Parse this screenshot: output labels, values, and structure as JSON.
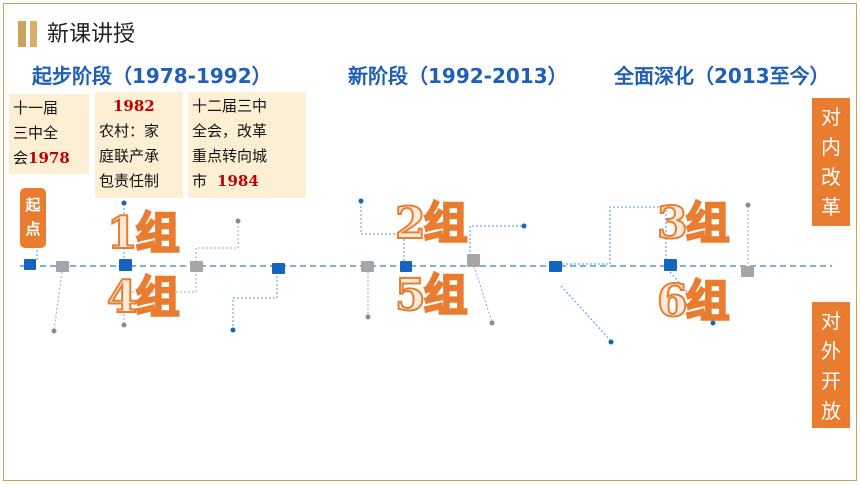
{
  "header": {
    "title": "新课讲授"
  },
  "stages": {
    "s1": "起步阶段（1978-1992）",
    "s2": "新阶段（1992-2013）",
    "s3": "全面深化（2013至今）"
  },
  "notes": {
    "n1": {
      "l1": "十一届",
      "l2": "三中全",
      "l3": "会",
      "year": "1978"
    },
    "n2": {
      "year": "1982",
      "l1": "农村：家",
      "l2": "庭联产承",
      "l3": "包责任制"
    },
    "n3": {
      "l1": "十二届三中",
      "l2": "全会，改革",
      "l3": "重点转向城",
      "l4": "市",
      "year": "1984"
    }
  },
  "start_label": "起点",
  "side": {
    "internal": "对内改革",
    "external": "对外开放"
  },
  "groups": {
    "g1": "1组",
    "g2": "2组",
    "g3": "3组",
    "g4": "4组",
    "g5": "5组",
    "g6": "6组"
  },
  "colors": {
    "accent": "#e97c2f",
    "blue": "#1f5fb5",
    "note_bg": "#fcefd4",
    "red": "#c00000",
    "gold": "#c9a25c"
  }
}
